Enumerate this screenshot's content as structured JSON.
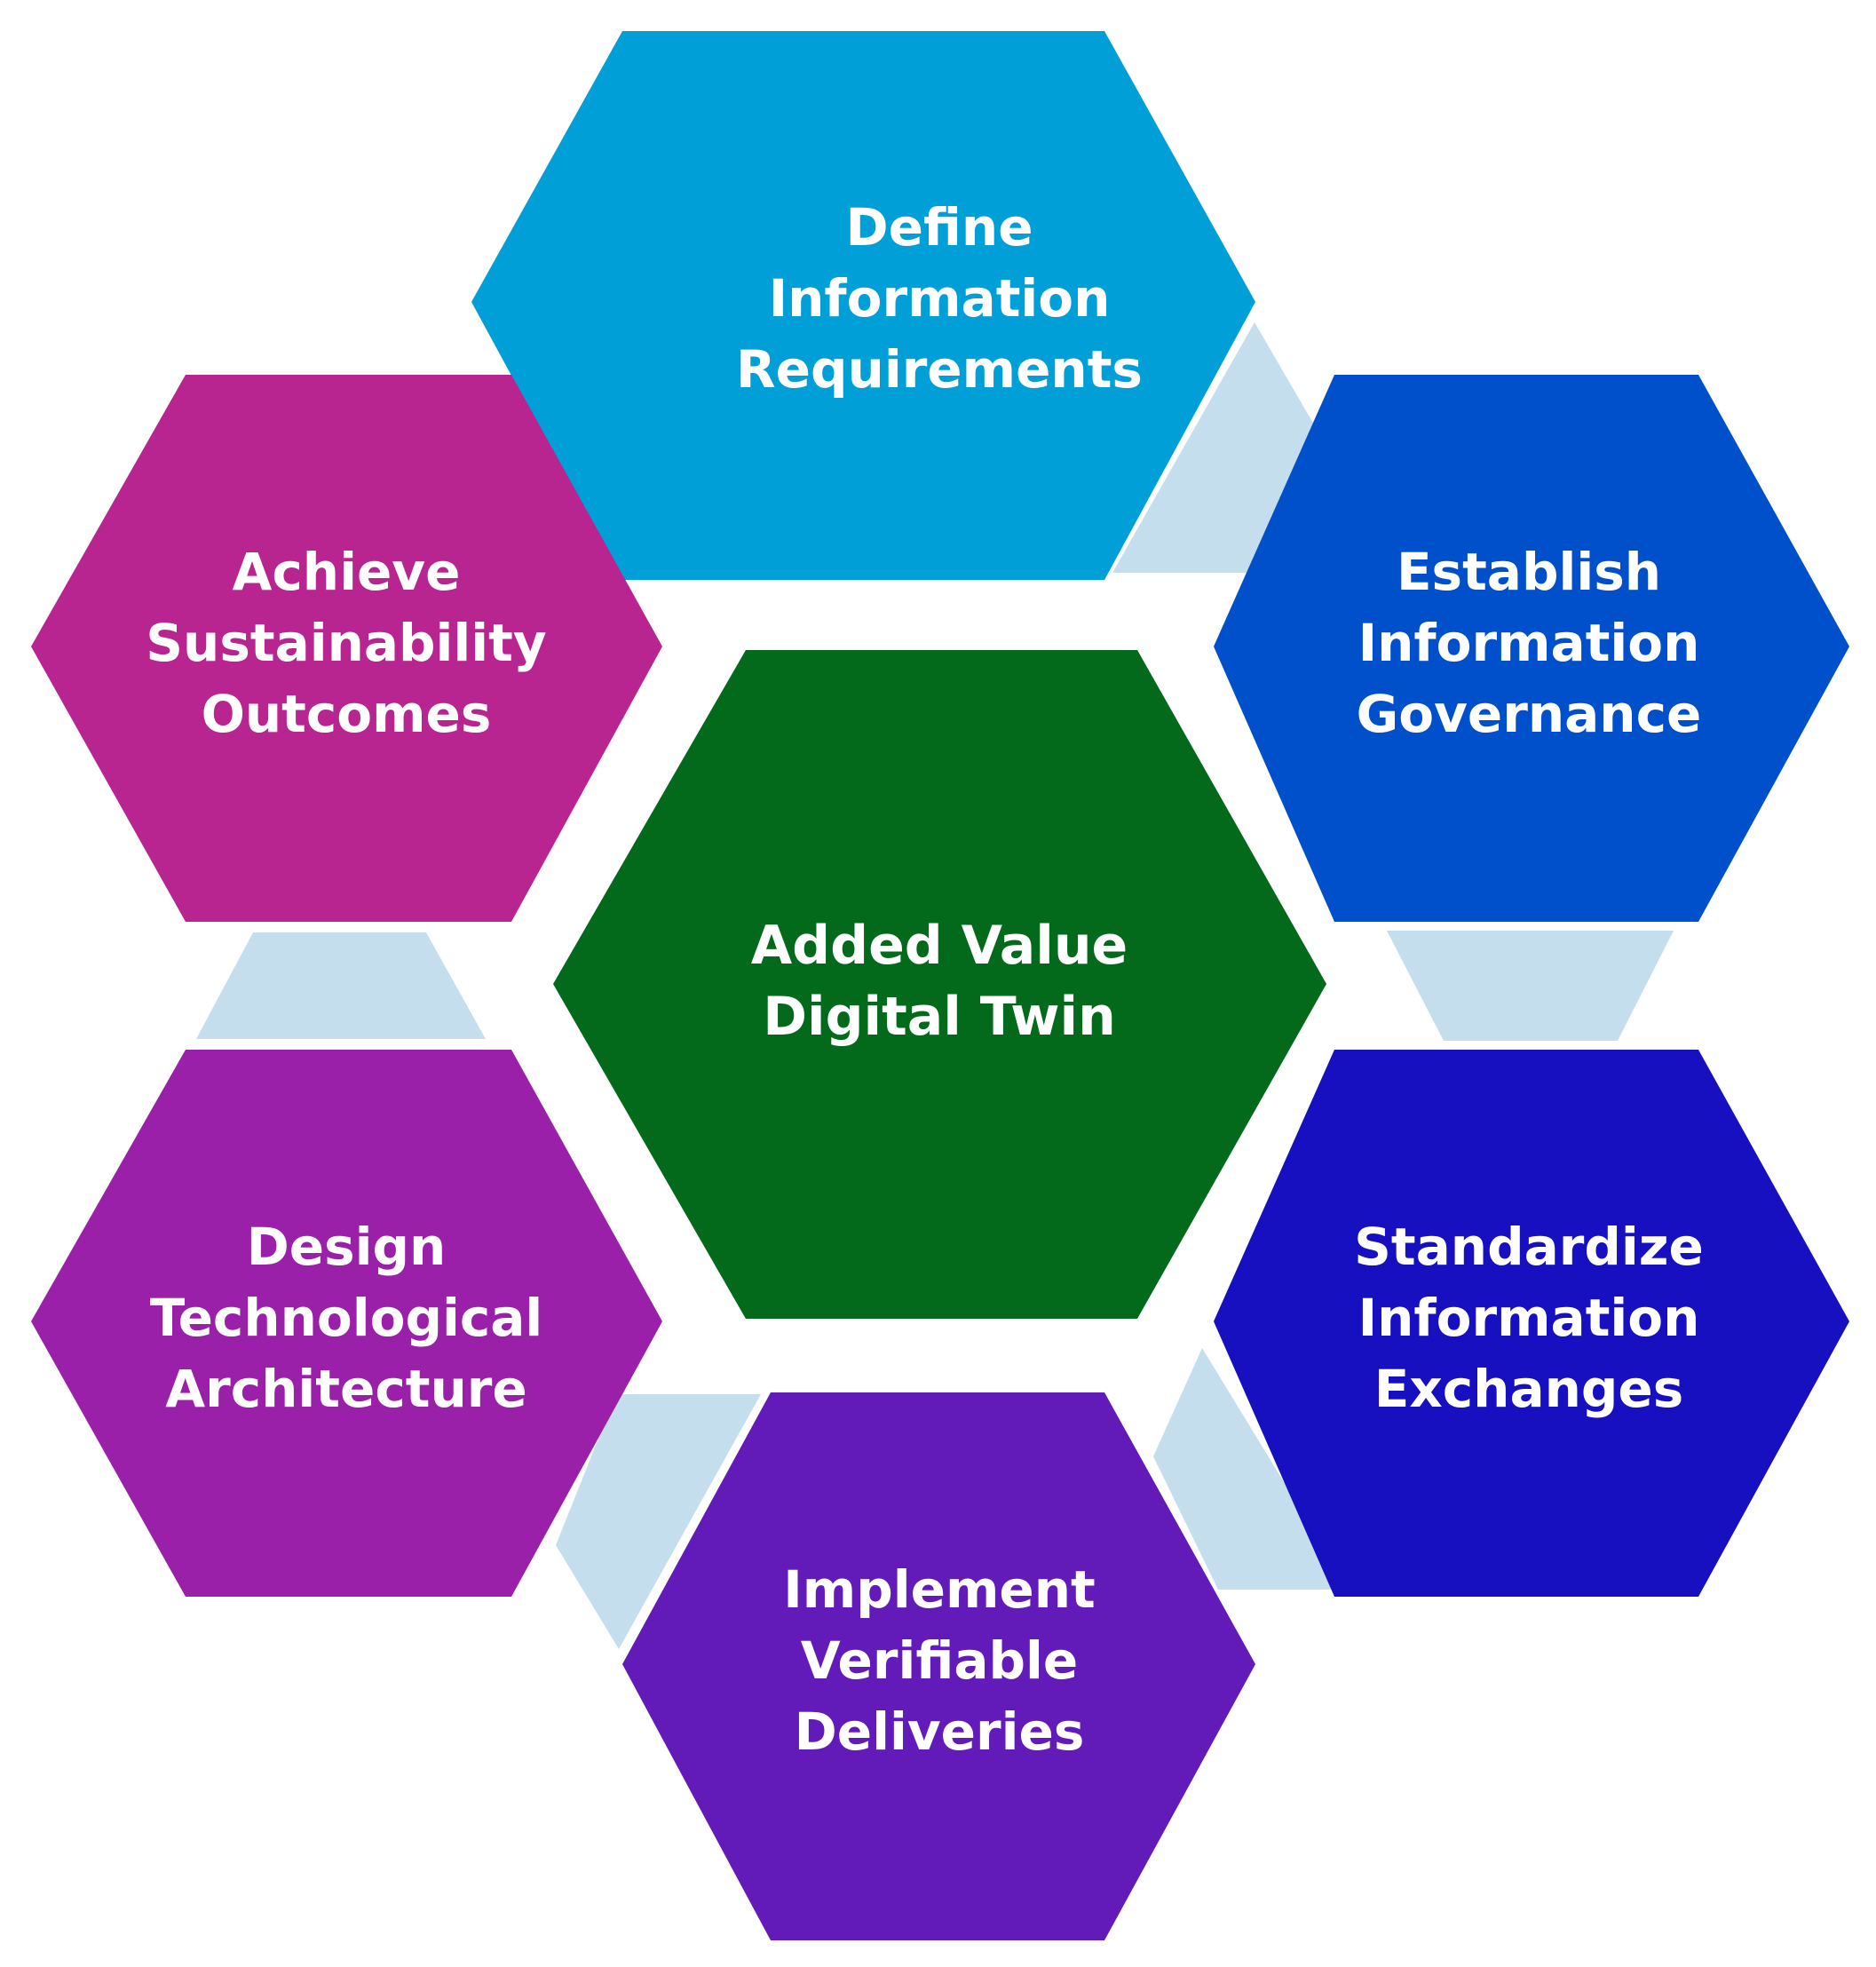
{
  "center": {
    "lines": [
      "Added Value",
      "Digital Twin"
    ],
    "color": "#036a1c"
  },
  "steps": [
    {
      "id": "define",
      "lines": [
        "Define",
        "Information",
        "Requirements"
      ],
      "color": "#019fd8"
    },
    {
      "id": "establish",
      "lines": [
        "Establish",
        "Information",
        "Governance"
      ],
      "color": "#0050cc"
    },
    {
      "id": "standardize",
      "lines": [
        "Standardize",
        "Information",
        "Exchanges"
      ],
      "color": "#1610c0"
    },
    {
      "id": "implement",
      "lines": [
        "Implement",
        "Verifiable",
        "Deliveries"
      ],
      "color": "#621ab8"
    },
    {
      "id": "design",
      "lines": [
        "Design",
        "Technological",
        "Architecture"
      ],
      "color": "#9a1fa9"
    },
    {
      "id": "achieve",
      "lines": [
        "Achieve",
        "Sustainability",
        "Outcomes"
      ],
      "color": "#b82591"
    }
  ],
  "connector_color": "#c5deee"
}
